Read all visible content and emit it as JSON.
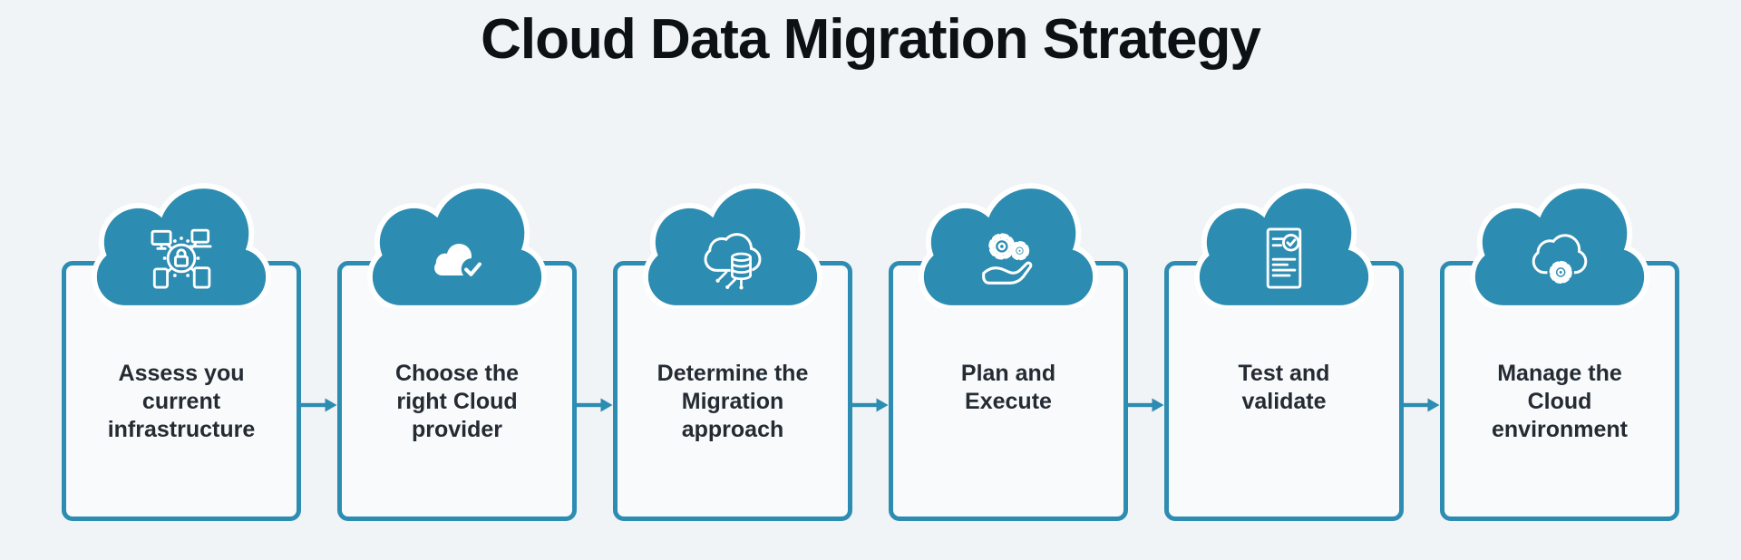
{
  "title": "Cloud Data Migration Strategy",
  "colors": {
    "accent": "#2d8cb1",
    "page_background": "#f1f4f6",
    "box_background": "#f8fafb",
    "title_color": "#0c1116",
    "label_color": "#252b33"
  },
  "steps": [
    {
      "label": "Assess you\ncurrent\ninfrastructure",
      "icon": "network-security-icon"
    },
    {
      "label": "Choose the\nright Cloud\nprovider",
      "icon": "cloud-check-icon"
    },
    {
      "label": "Determine the\nMigration\napproach",
      "icon": "cloud-database-icon"
    },
    {
      "label": "Plan and\nExecute",
      "icon": "gears-hand-icon"
    },
    {
      "label": "Test and\nvalidate",
      "icon": "checklist-check-icon"
    },
    {
      "label": "Manage the\nCloud\nenvironment",
      "icon": "cloud-gear-icon"
    }
  ]
}
